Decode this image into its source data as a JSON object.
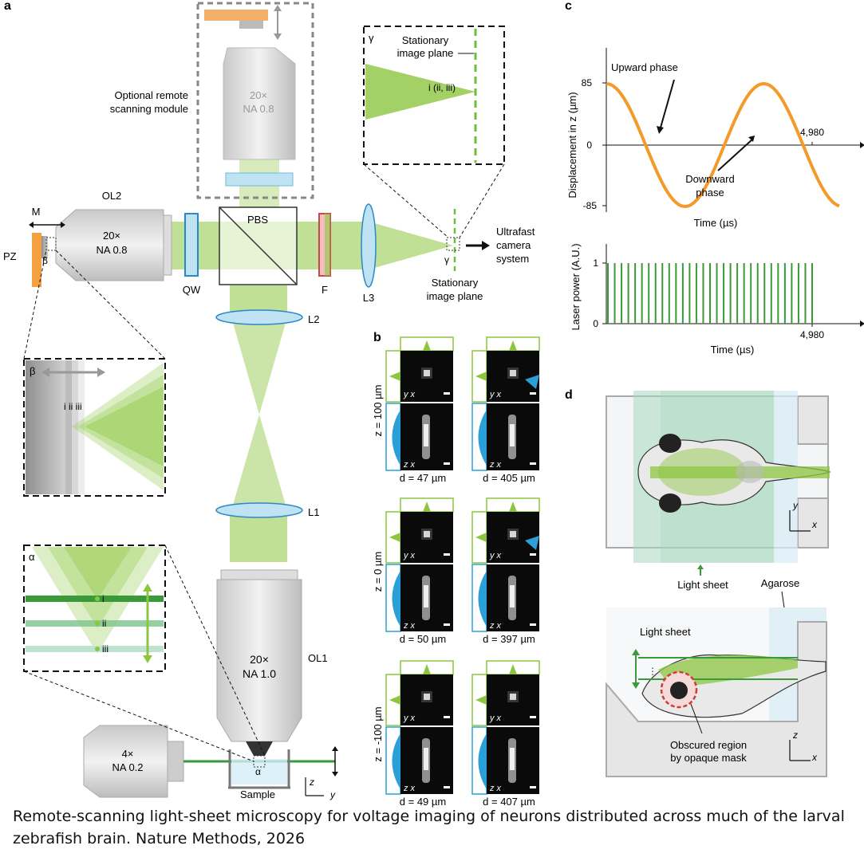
{
  "panels": {
    "a": "a",
    "b": "b",
    "c": "c",
    "d": "d"
  },
  "a": {
    "module_label_1": "Optional remote",
    "module_label_2": "scanning module",
    "module_obj_mag": "20×",
    "module_obj_na": "NA 0.8",
    "ol2": "OL2",
    "ol2_mag": "20×",
    "ol2_na": "NA 0.8",
    "m": "M",
    "pz": "PZ",
    "beta": "β",
    "pbs": "PBS",
    "qw": "QW",
    "f": "F",
    "l3": "L3",
    "l2": "L2",
    "l1": "L1",
    "ol1": "OL1",
    "ol1_mag": "20×",
    "ol1_na": "NA 1.0",
    "ill_mag": "4×",
    "ill_na": "NA 0.2",
    "alpha": "α",
    "gamma": "γ",
    "sample": "Sample",
    "axis_z": "z",
    "axis_y": "y",
    "camera_1": "Ultrafast",
    "camera_2": "camera",
    "camera_3": "system",
    "stationary_1": "Stationary",
    "stationary_2": "image plane",
    "inset_gamma_text": "i (ii, iii)",
    "inset_beta_marks": "i  ii  iii",
    "inset_alpha_i": "i",
    "inset_alpha_ii": "ii",
    "inset_alpha_iii": "iii"
  },
  "b": {
    "rows": [
      {
        "z_label": "z = 100 µm",
        "d_left": "d = 47 µm",
        "d_right": "d = 405 µm"
      },
      {
        "z_label": "z = 0 µm",
        "d_left": "d = 50 µm",
        "d_right": "d = 397 µm"
      },
      {
        "z_label": "z = -100 µm",
        "d_left": "d = 49 µm",
        "d_right": "d = 407 µm"
      }
    ],
    "axis_y": "y",
    "axis_x": "x",
    "axis_z": "z"
  },
  "c": {
    "top_ylabel": "Displacement in z (µm)",
    "top_xlabel": "Time (µs)",
    "top_yticks": [
      "85",
      "0",
      "-85"
    ],
    "top_xtick": "4,980",
    "upward": "Upward phase",
    "downward_1": "Downward",
    "downward_2": "phase",
    "bottom_ylabel": "Laser power (A.U.)",
    "bottom_xlabel": "Time (µs)",
    "bottom_yticks": [
      "1",
      "0"
    ],
    "bottom_xtick": "4,980"
  },
  "chart_data": [
    {
      "type": "line",
      "ylabel": "Displacement in z (µm)",
      "xlabel": "Time (µs)",
      "yticks": [
        -85,
        0,
        85
      ],
      "xticks": [
        4980
      ]
    },
    {
      "type": "bar",
      "ylabel": "Laser power (A.U.)",
      "xlabel": "Time (µs)",
      "yticks": [
        0,
        1
      ],
      "xticks": [
        4980
      ],
      "pulse_count": 31,
      "pulse_value": 1
    }
  ],
  "d": {
    "light_sheet_top": "Light sheet",
    "agarose": "Agarose",
    "light_sheet_side": "Light sheet",
    "obscured_1": "Obscured region",
    "obscured_2": "by opaque mask",
    "axis_x": "x",
    "axis_y": "y",
    "axis_z": "z"
  },
  "caption": "Remote-scanning light-sheet microscopy for voltage imaging of neurons distributed across much of the larval zebrafish brain. Nature Methods, 2026",
  "colors": {
    "green": "#8cc63f",
    "dark_green": "#3a9a3a",
    "orange": "#f39a2b",
    "blue": "#2a9fd8",
    "grey": "#9a9a9a"
  }
}
